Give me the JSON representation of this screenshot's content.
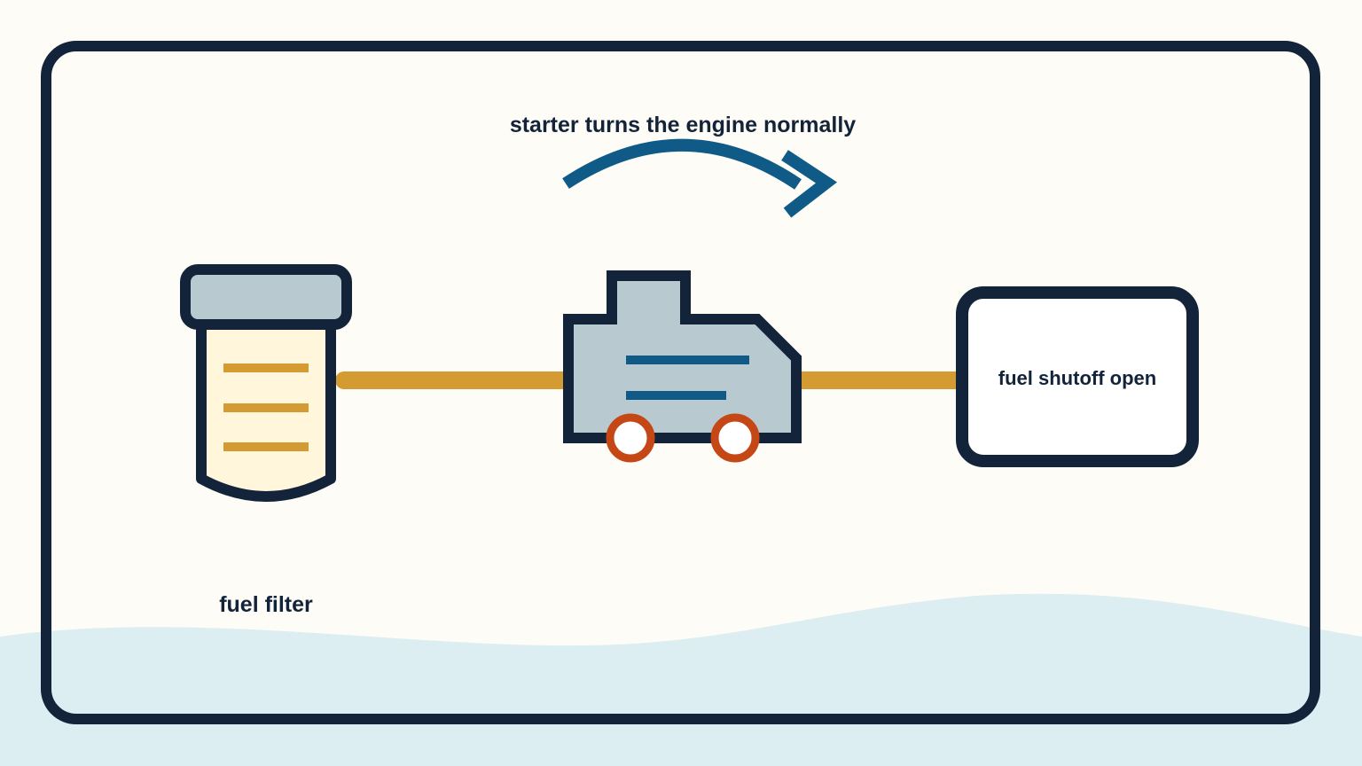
{
  "labels": {
    "starter": "starter turns the engine normally",
    "fuel_filter": "fuel filter",
    "shutoff": "fuel shutoff open"
  },
  "colors": {
    "background": "#fdfcf6",
    "wave": "#dceef2",
    "outline": "#12233a",
    "fuel_line": "#d49b33",
    "arrow": "#0f5a86",
    "wheels": "#c54716",
    "engine_body": "#b9c9d0",
    "filter_body": "#fff6dc"
  },
  "icons": {
    "filter": "fuel-filter-icon",
    "engine": "engine-icon",
    "arrow": "rotation-arrow-icon",
    "shutoff": "shutoff-valve-box"
  }
}
